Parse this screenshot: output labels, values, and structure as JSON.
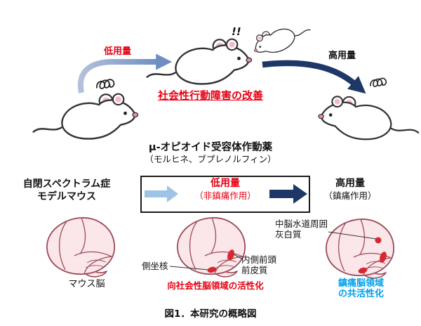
{
  "top_scene": {
    "low_dose_arrow_label": "低用量",
    "high_dose_arrow_label": "高用量",
    "exclamation": "!!",
    "improvement_caption": "社会性行動障害の改善"
  },
  "drug": {
    "title": "μ-オピオイド受容体作動薬",
    "subtitle": "（モルヒネ、ブプレノルフィン）"
  },
  "flow": {
    "source_line1": "自閉スペクトラム症",
    "source_line2": "モデルマウス",
    "low_dose_line1": "低用量",
    "low_dose_line2": "（非鎮痛作用）",
    "high_dose_line1": "高用量",
    "high_dose_line2": "（鎮痛作用）"
  },
  "brain_panel": {
    "mouse_brain_label": "マウス脳",
    "nucleus_accumbens_label": "側坐核",
    "mpfc_line1": "内側前頭",
    "mpfc_line2": "前皮質",
    "pag_line1": "中脳水道周囲",
    "pag_line2": "灰白質",
    "prosocial_caption": "向社会性脳領域の活性化",
    "analgesic_line1": "鎮痛脳領域",
    "analgesic_line2": "の共活性化"
  },
  "figure_caption": "図1．本研究の概略図",
  "colors": {
    "text_red": "#e60012",
    "region_red": "#d7282f",
    "navy": "#1d3866",
    "light_blue": "#9dc3e6",
    "steel_blue_start": "#b3c1da",
    "steel_blue_end": "#6e8ec2",
    "cyan_blue": "#00a0e9",
    "brain_fill": "#fbe7ea",
    "brain_stroke": "#9c4a57"
  }
}
